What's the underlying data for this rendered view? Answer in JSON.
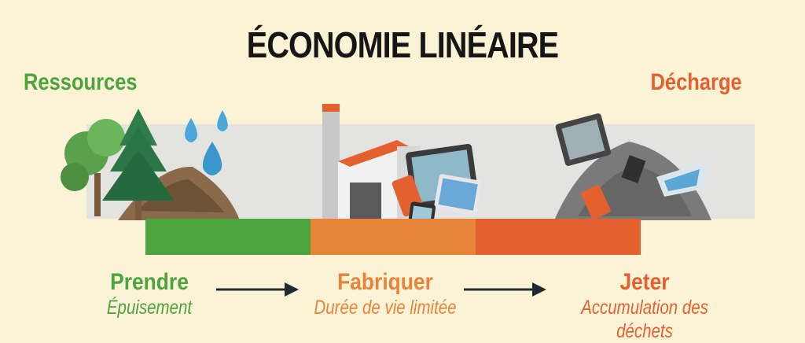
{
  "title": "ÉCONOMIE LINÉAIRE",
  "left_label": "Ressources",
  "right_label": "Décharge",
  "steps": [
    {
      "verb": "Prendre",
      "description": "Épuisement"
    },
    {
      "verb": "Fabriquer",
      "description": "Durée de vie limitée"
    },
    {
      "verb": "Jeter",
      "description": "Accumulation des déchets"
    }
  ],
  "colors": {
    "background": "#fbf3d6",
    "green": "#4da33d",
    "orange": "#e8843a",
    "red_orange": "#e4612f",
    "title": "#161616"
  },
  "icons": [
    "tree-icon",
    "pine-tree-icon",
    "water-drop-icon",
    "soil-heap-icon",
    "factory-icon",
    "tablet-icon",
    "smartphone-icon",
    "waste-pile-icon",
    "arrow-right-icon"
  ]
}
